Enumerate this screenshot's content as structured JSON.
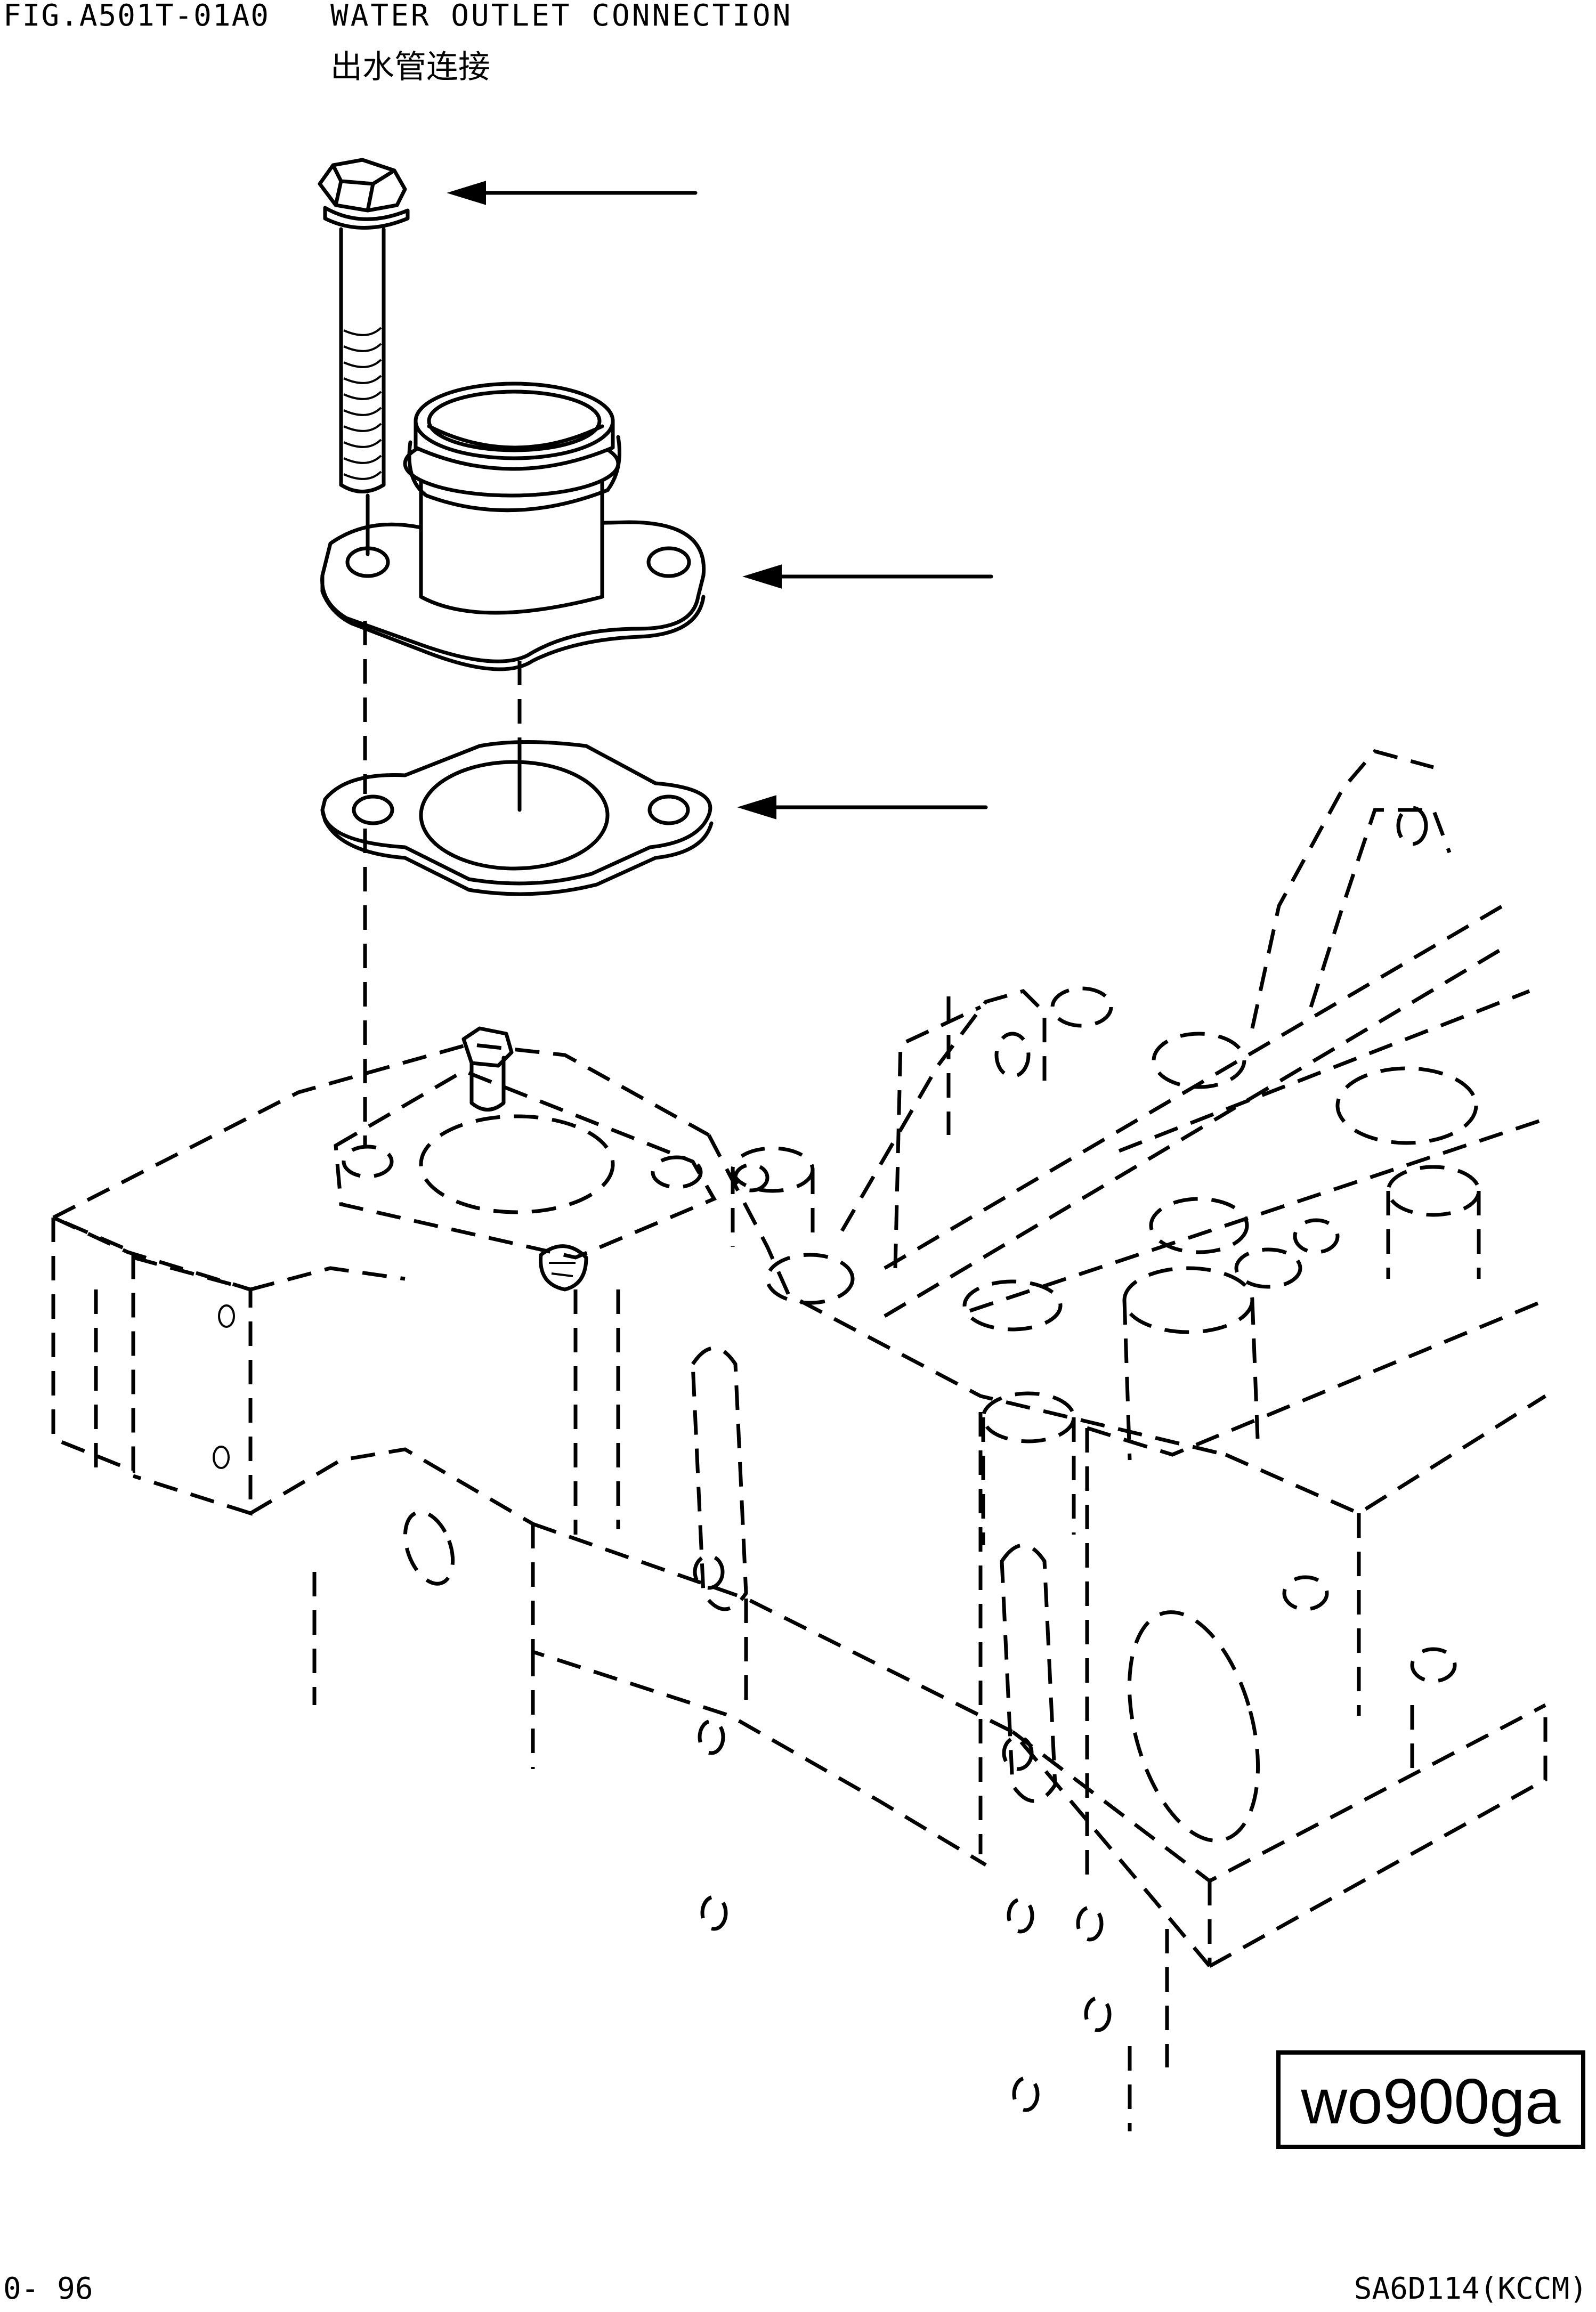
{
  "header": {
    "figure_number": "FIG.A501T-01A0",
    "title_en": "WATER OUTLET CONNECTION",
    "title_cn": "出水管连接"
  },
  "footer": {
    "page_number": "0- 96",
    "engine_model": "SA6D114(KCCM)"
  },
  "diagram_code": "wo900ga",
  "parts": [
    {
      "name": "flange-bolt-icon",
      "callout": "arrow"
    },
    {
      "name": "water-outlet-connector-icon",
      "callout": "arrow"
    },
    {
      "name": "gasket-icon",
      "callout": "arrow"
    }
  ]
}
